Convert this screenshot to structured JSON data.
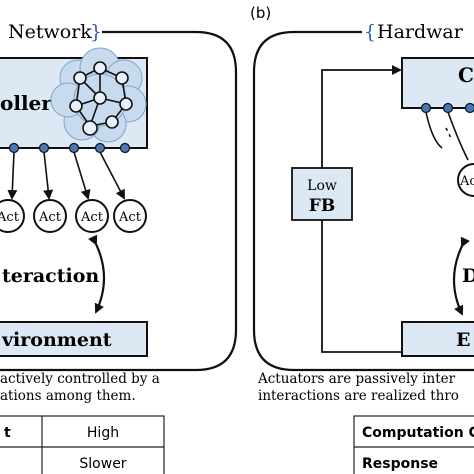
{
  "panel_a": {
    "title_text": "Network",
    "title_brace": "}",
    "controller_label": "oller",
    "actuators": [
      "Act",
      "Act",
      "Act",
      "Act"
    ],
    "interaction_label": "teraction",
    "environment_label": "vironment",
    "caption_line1": "actively controlled by a",
    "caption_line2": "ations among them.",
    "table": {
      "row1": [
        "t",
        "High"
      ],
      "row2": [
        "",
        "Slower"
      ]
    }
  },
  "panel_b": {
    "label": "(b)",
    "title_brace": "{",
    "title_text": "Hardwar",
    "controller_label": "C",
    "act_label": "Ac",
    "low_fb_line1": "Low",
    "low_fb_line2": "FB",
    "d_label": "D",
    "env_label": "E",
    "caption_line1": "Actuators are passively inter",
    "caption_line2": "interactions are realized thro",
    "table": {
      "row1": "Computation C",
      "row2": "Response"
    }
  },
  "colors": {
    "box_fill": "#dde8f5",
    "node_blue": "#4a78b8",
    "cloud": "#c8dbee"
  }
}
